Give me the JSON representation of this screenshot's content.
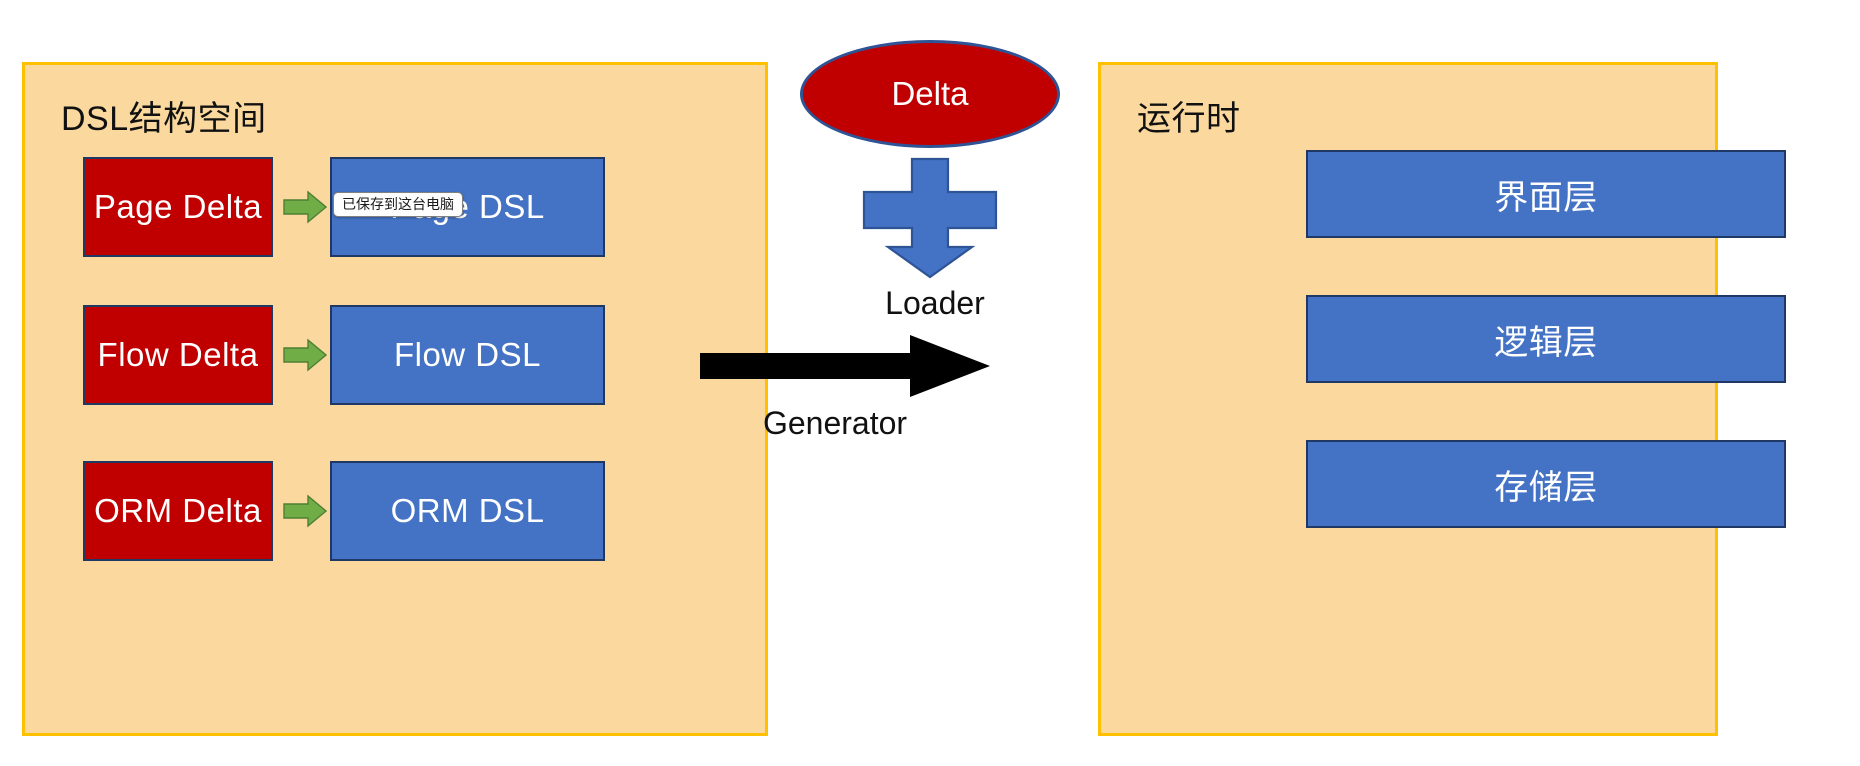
{
  "diagram": {
    "title_left": "DSL结构空间",
    "title_right": "运行时"
  },
  "left_panel": {
    "title": "DSL结构空间",
    "rows": [
      {
        "delta": "Page Delta",
        "arrow": "green-arrow-right",
        "dsl": "Page DSL"
      },
      {
        "delta": "Flow Delta",
        "arrow": "green-arrow-right",
        "dsl": "Flow DSL"
      },
      {
        "delta": "ORM Delta",
        "arrow": "green-arrow-right",
        "dsl": "ORM DSL"
      }
    ]
  },
  "middle": {
    "ellipse_label": "Delta",
    "plus_icon": "plus-with-down-arrow-icon",
    "loader_label": "Loader",
    "generator_arrow_icon": "black-arrow-right-icon",
    "generator_label": "Generator"
  },
  "right_panel": {
    "title": "运行时",
    "layers": [
      {
        "label": "界面层"
      },
      {
        "label": "逻辑层"
      },
      {
        "label": "存储层"
      }
    ]
  },
  "tooltip": {
    "text": "已保存到这台电脑"
  },
  "colors": {
    "panel_background": "#fbd99e",
    "panel_border": "#ffc000",
    "delta_red": "#c00000",
    "dsl_blue": "#4472c4",
    "box_border_navy": "#1f3864",
    "green_arrow": "#70ad47",
    "green_arrow_border": "#4f7f33",
    "black_arrow": "#000000",
    "ellipse_border": "#2e5496",
    "text_white": "#ffffff",
    "text_dark": "#111111"
  }
}
